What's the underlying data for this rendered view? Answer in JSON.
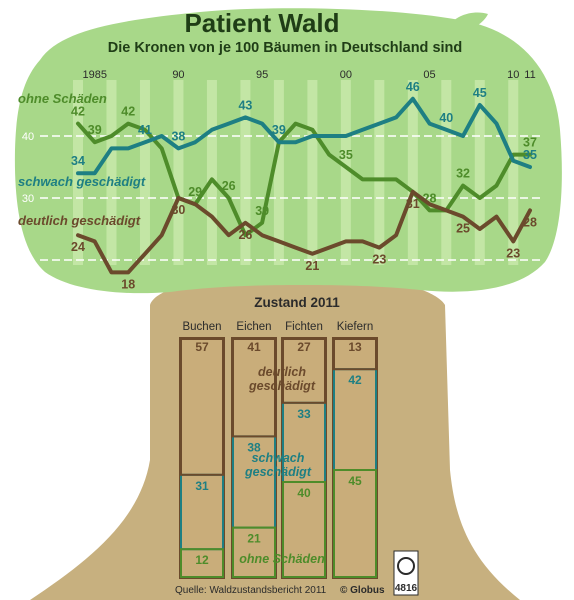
{
  "title": "Patient Wald",
  "subtitle": "Die Kronen von je 100 Bäumen in Deutschland sind",
  "source": "Quelle: Waldzustandsbericht 2011",
  "publisher": "© Globus",
  "logo_number": "4816",
  "colors": {
    "ohne": "#4e8c2a",
    "schwach": "#1e7f83",
    "deutlich": "#6b4a2c",
    "crown": "#a8d889",
    "trunk": "#c7b07f",
    "bar_fill": "#c9ad7a"
  },
  "chart_data": [
    {
      "type": "line",
      "title": "Patient Wald",
      "subtitle": "Die Kronen von je 100 Bäumen in Deutschland sind",
      "x_ticks": [
        "1985",
        "90",
        "95",
        "00",
        "05",
        "10",
        "11"
      ],
      "y_ticks": [
        20,
        30,
        40
      ],
      "xlim": [
        1984,
        2011
      ],
      "ylim": [
        15,
        50
      ],
      "grid": true,
      "x": [
        1984,
        1985,
        1986,
        1987,
        1988,
        1989,
        1990,
        1991,
        1992,
        1993,
        1994,
        1995,
        1996,
        1997,
        1998,
        1999,
        2000,
        2001,
        2002,
        2003,
        2004,
        2005,
        2006,
        2007,
        2008,
        2009,
        2010,
        2011
      ],
      "series": [
        {
          "name": "ohne Schäden",
          "color": "#4e8c2a",
          "values": [
            42,
            39,
            40,
            42,
            41,
            38,
            30,
            29,
            33,
            30,
            24,
            26,
            39,
            42,
            41,
            37,
            35,
            33,
            33,
            33,
            31,
            28,
            28,
            32,
            30,
            32,
            37,
            37
          ],
          "labels": {
            "1984": "42",
            "1985": "39",
            "1987": "42",
            "1991": "29",
            "1993": "26",
            "1995": "39",
            "2000": "35",
            "2005": "28",
            "2007": "32",
            "2011": "37"
          }
        },
        {
          "name": "schwach geschädigt",
          "color": "#1e7f83",
          "values": [
            34,
            34,
            38,
            38,
            39,
            40,
            38,
            39,
            41,
            42,
            43,
            42,
            39,
            39,
            40,
            40,
            40,
            41,
            42,
            43,
            46,
            42,
            41,
            40,
            45,
            42,
            36,
            35
          ],
          "labels": {
            "1984": "34",
            "1988": "41",
            "1990": "38",
            "1994": "43",
            "1996": "39",
            "2004": "46",
            "2006": "40",
            "2008": "45",
            "2011": "35"
          }
        },
        {
          "name": "deutlich geschädigt",
          "color": "#6b4a2c",
          "values": [
            24,
            23,
            18,
            18,
            21,
            24,
            30,
            29,
            27,
            24,
            26,
            24,
            23,
            22,
            21,
            22,
            23,
            23,
            22,
            24,
            31,
            29,
            28,
            27,
            25,
            27,
            23,
            28
          ],
          "labels": {
            "1984": "24",
            "1987": "18",
            "1990": "30",
            "1994": "26",
            "1998": "21",
            "2002": "23",
            "2004": "31",
            "2007": "25",
            "2010": "23",
            "2011": "28"
          }
        }
      ]
    },
    {
      "type": "bar",
      "stacked": true,
      "title": "Zustand 2011",
      "categories": [
        "Buchen",
        "Eichen",
        "Fichten",
        "Kiefern"
      ],
      "ylim": [
        0,
        100
      ],
      "series": [
        {
          "name": "ohne Schäden",
          "color": "#4e8c2a",
          "values": [
            12,
            21,
            40,
            45
          ]
        },
        {
          "name": "schwach geschädigt",
          "color": "#1e7f83",
          "values": [
            31,
            38,
            33,
            42
          ]
        },
        {
          "name": "deutlich geschädigt",
          "color": "#6b4a2c",
          "values": [
            57,
            41,
            27,
            13
          ]
        }
      ],
      "segment_labels": {
        "deutlich": [
          "deutlich",
          "geschädigt"
        ],
        "schwach": [
          "schwach",
          "geschädigt"
        ],
        "ohne": "ohne Schäden"
      }
    }
  ]
}
